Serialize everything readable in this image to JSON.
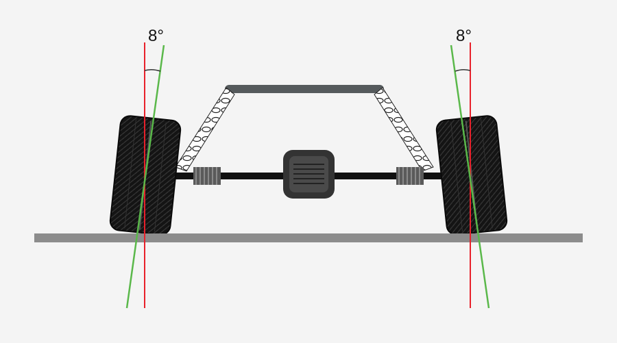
{
  "diagram": {
    "left_angle_label": "8°",
    "right_angle_label": "8°",
    "camber_angle_deg": 8,
    "colors": {
      "background": "#f4f4f4",
      "vertical_reference": "#e8202a",
      "tilt_line": "#5ab84a",
      "ground": "#8c8c8c",
      "axle_bar": "#555a5c",
      "tire": "#111111",
      "shaft": "#111111",
      "boot": "#5a5a5a",
      "differential": "#333333",
      "spring": "#ffffff"
    }
  }
}
